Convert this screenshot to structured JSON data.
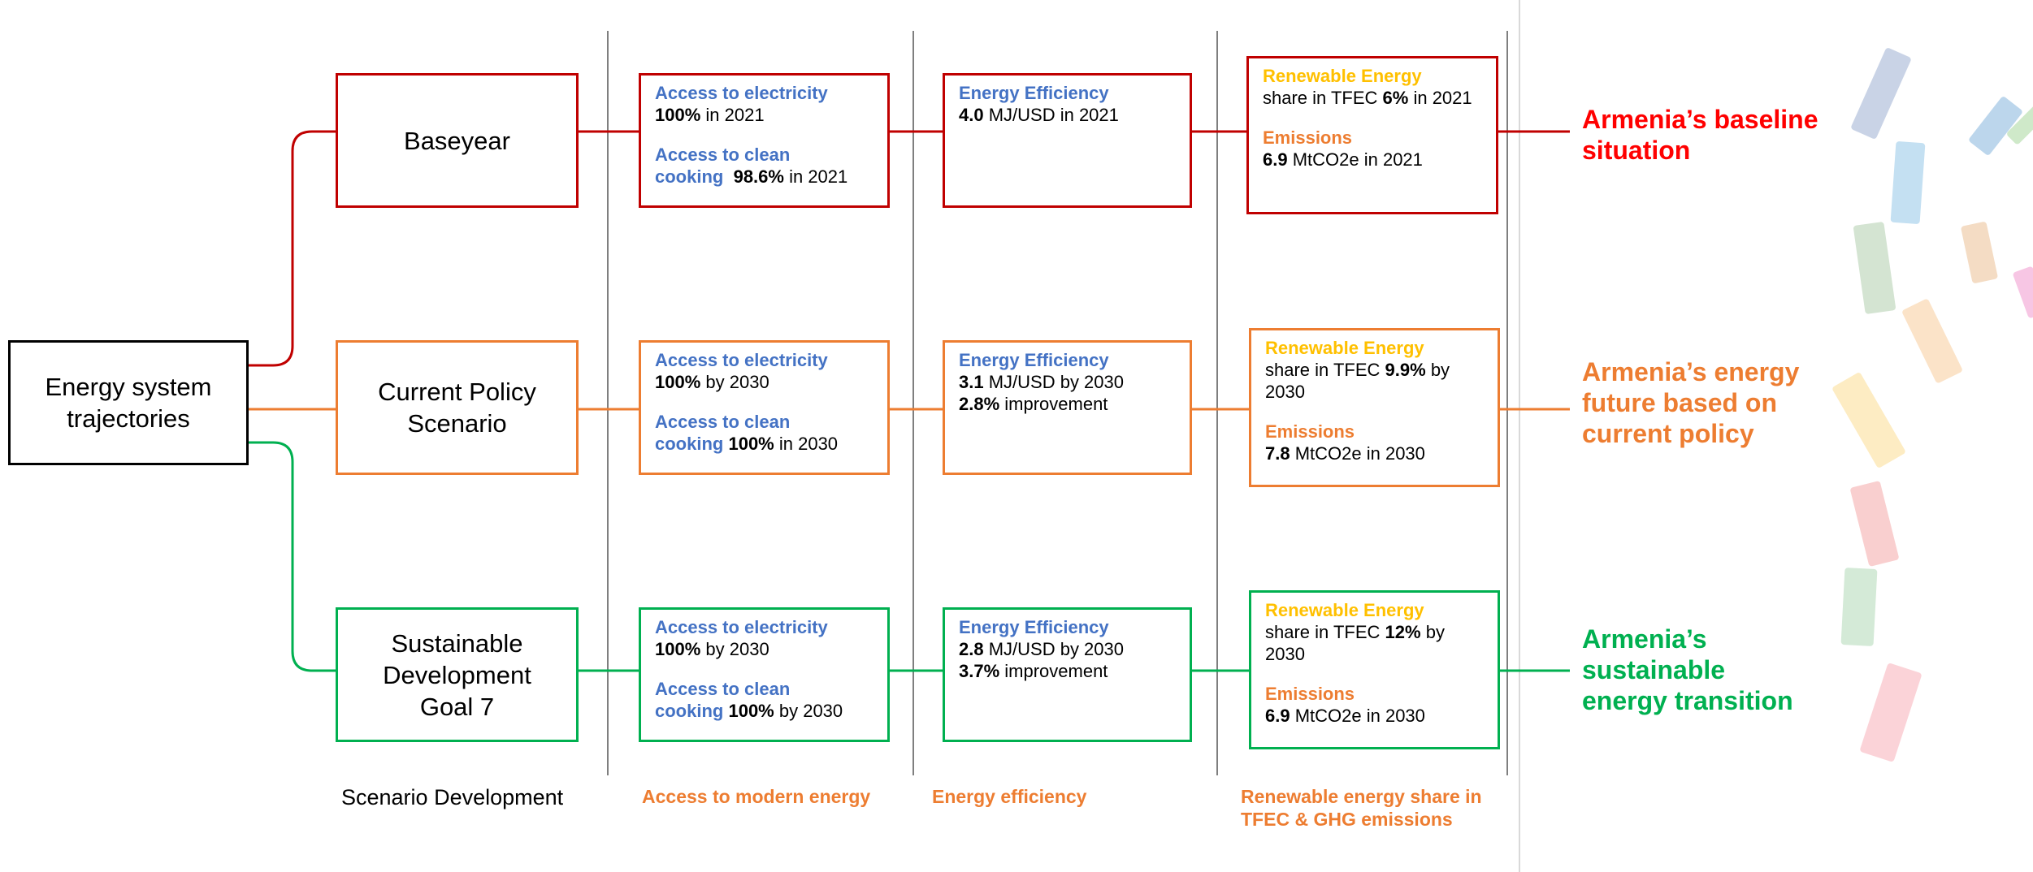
{
  "root": {
    "label": "Energy system trajectories"
  },
  "rows": [
    {
      "scenario": "Baseyear",
      "access": {
        "elec_label": "Access to electricity",
        "elec_value": "100%",
        "elec_suffix": " in 2021",
        "cook_label": "Access to clean cooking",
        "cook_value": "98.6%",
        "cook_suffix": " in 2021"
      },
      "efficiency": {
        "label": "Energy Efficiency",
        "value": "4.0",
        "suffix": " MJ/USD in 2021",
        "improve_value": "",
        "improve_suffix": ""
      },
      "renew": {
        "label": "Renewable Energy",
        "prefix": "share in TFEC ",
        "value": "6%",
        "suffix": " in 2021",
        "em_label": "Emissions",
        "em_value": "6.9",
        "em_suffix": " MtCO2e in 2021"
      },
      "outcome": "Armenia’s baseline situation",
      "color": "#C00000",
      "outcome_color": "#FF0000"
    },
    {
      "scenario": "Current Policy Scenario",
      "access": {
        "elec_label": "Access to electricity",
        "elec_value": "100%",
        "elec_suffix": " by 2030",
        "cook_label": "Access to clean cooking",
        "cook_value": "100%",
        "cook_suffix": " in 2030"
      },
      "efficiency": {
        "label": "Energy Efficiency",
        "value": "3.1",
        "suffix": " MJ/USD by 2030",
        "improve_value": "2.8%",
        "improve_suffix": " improvement"
      },
      "renew": {
        "label": "Renewable Energy",
        "prefix": "share in TFEC ",
        "value": "9.9%",
        "suffix": " by 2030",
        "em_label": "Emissions",
        "em_value": "7.8",
        "em_suffix": " MtCO2e in 2030"
      },
      "outcome": "Armenia’s energy future based on current policy",
      "color": "#ED7D31",
      "outcome_color": "#ED7D31"
    },
    {
      "scenario": "Sustainable Development Goal 7",
      "access": {
        "elec_label": "Access to electricity",
        "elec_value": "100%",
        "elec_suffix": " by 2030",
        "cook_label": "Access to clean cooking",
        "cook_value": "100%",
        "cook_suffix": " by 2030"
      },
      "efficiency": {
        "label": "Energy Efficiency",
        "value": "2.8",
        "suffix": " MJ/USD by 2030",
        "improve_value": "3.7%",
        "improve_suffix": " improvement"
      },
      "renew": {
        "label": "Renewable Energy",
        "prefix": "share in TFEC ",
        "value": "12%",
        "suffix": " by 2030",
        "em_label": "Emissions",
        "em_value": "6.9",
        "em_suffix": " MtCO2e in 2030"
      },
      "outcome": "Armenia’s sustainable energy transition",
      "color": "#00B050",
      "outcome_color": "#00B050"
    }
  ],
  "columns": {
    "scenario_dev": "Scenario Development",
    "access": "Access to modern energy",
    "efficiency": "Energy efficiency",
    "renew": "Renewable energy share in TFEC & GHG emissions"
  }
}
